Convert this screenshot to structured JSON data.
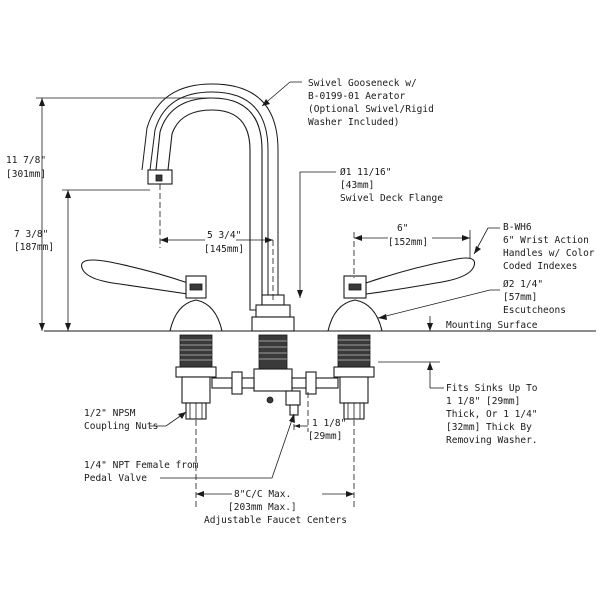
{
  "labels": {
    "gooseneck": [
      "Swivel Gooseneck w/",
      "B-0199-01 Aerator",
      "(Optional Swivel/Rigid",
      "Washer Included)"
    ],
    "total_height": [
      "11 7/8\"",
      "[301mm]"
    ],
    "spout_height": [
      "7 3/8\"",
      "[187mm]"
    ],
    "deck_flange": [
      "Ø1 11/16\"",
      "[43mm]",
      "Swivel Deck Flange"
    ],
    "spout_reach": [
      "5 3/4\"",
      "[145mm]"
    ],
    "handle_span": [
      "6\"",
      "[152mm]"
    ],
    "handles": [
      "B-WH6",
      "6\" Wrist Action",
      "Handles w/ Color",
      "Coded Indexes"
    ],
    "escutcheons": [
      "Ø2 1/4\"",
      "[57mm]",
      "Escutcheons"
    ],
    "mounting_surface": "Mounting Surface",
    "sink_fit": [
      "Fits Sinks Up To",
      "1 1/8\" [29mm]",
      "Thick, Or 1 1/4\"",
      "[32mm] Thick By",
      "Removing Washer."
    ],
    "coupling_nuts": [
      "1/2\" NPSM",
      "Coupling Nuts"
    ],
    "shank_gap": [
      "1 1/8\"",
      "[29mm]"
    ],
    "pedal_valve": [
      "1/4\" NPT Female from",
      "Pedal Valve"
    ],
    "centers": [
      "8\"C/C Max.",
      "[203mm Max.]",
      "Adjustable Faucet Centers"
    ]
  },
  "colors": {
    "ink": "#1a1a1a",
    "thread": "#3a3a3a",
    "background": "#ffffff"
  }
}
